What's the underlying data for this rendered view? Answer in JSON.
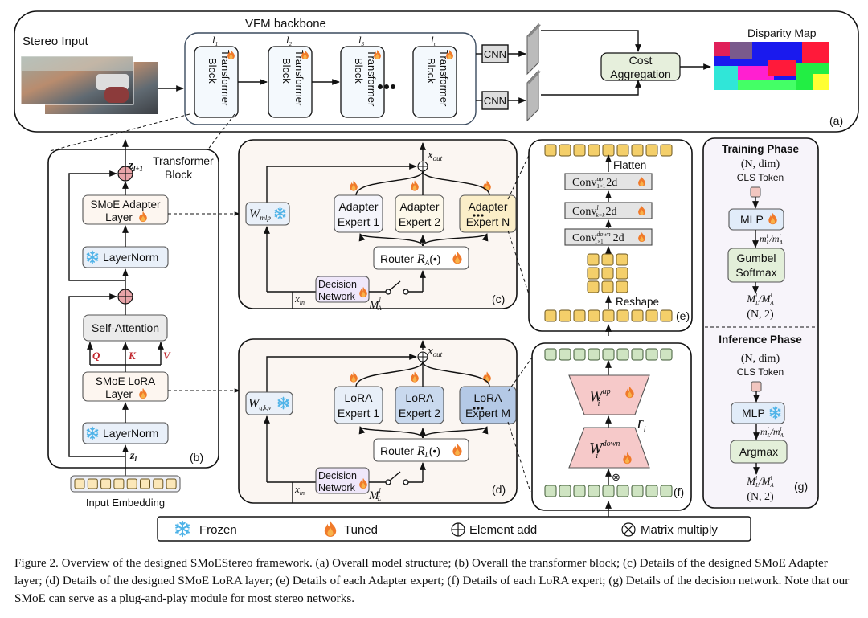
{
  "panel_a": {
    "label": "(a)",
    "stereo_input": "Stereo Input",
    "backbone_title": "VFM backbone",
    "blocks": [
      {
        "layer": "l1",
        "line1": "Transformer",
        "line2": "Block"
      },
      {
        "layer": "l2",
        "line1": "Transformer",
        "line2": "Block"
      },
      {
        "layer": "l3",
        "line1": "Transformer",
        "line2": "Block"
      },
      {
        "layer": "ln",
        "line1": "Transformer",
        "line2": "Block"
      }
    ],
    "ellipsis": "•••",
    "cnn": "CNN",
    "cost_line1": "Cost",
    "cost_line2": "Aggregation",
    "disparity_map": "Disparity Map"
  },
  "panel_b": {
    "label": "(b)",
    "title_line1": "Transformer",
    "title_line2": "Block",
    "z_out": "z",
    "z_out_sub": "l+1",
    "z_in": "z",
    "z_in_sub": "l",
    "smoe_adapter_line1": "SMoE Adapter",
    "smoe_adapter_line2": "Layer",
    "layernorm": "LayerNorm",
    "self_attention": "Self-Attention",
    "q": "Q",
    "k": "K",
    "v": "V",
    "smoe_lora_line1": "SMoE LoRA",
    "smoe_lora_line2": "Layer",
    "input_embedding": "Input Embedding"
  },
  "panel_c": {
    "label": "(c)",
    "w": "W",
    "w_sub": "mlp",
    "x_out": "x",
    "x_out_sub": "out",
    "x_in": "x",
    "x_in_sub": "in",
    "experts": [
      {
        "line1": "Adapter",
        "line2": "Expert 1"
      },
      {
        "line1": "Adapter",
        "line2": "Expert 2"
      },
      {
        "line1": "Adapter",
        "line2": "Expert N"
      }
    ],
    "router": "Router",
    "router_fn": "R",
    "router_sub": "A",
    "router_arg": "(•)",
    "decision_line1": "Decision",
    "decision_line2": "Network",
    "mask": "M",
    "mask_sup": "l",
    "mask_sub": "A"
  },
  "panel_d": {
    "label": "(d)",
    "w": "W",
    "w_sub": "q,k,v",
    "x_out": "x",
    "x_out_sub": "out",
    "x_in": "x",
    "x_in_sub": "in",
    "experts": [
      {
        "line1": "LoRA",
        "line2": "Expert 1"
      },
      {
        "line1": "LoRA",
        "line2": "Expert 2"
      },
      {
        "line1": "LoRA",
        "line2": "Expert M"
      }
    ],
    "router": "Router",
    "router_fn": "R",
    "router_sub": "L",
    "router_arg": "(•)",
    "decision_line1": "Decision",
    "decision_line2": "Network",
    "mask": "M",
    "mask_sup": "l",
    "mask_sub": "L"
  },
  "panel_e": {
    "label": "(e)",
    "flatten": "Flatten",
    "reshape": "Reshape",
    "conv_up": "Conv",
    "conv_up_sup": "up",
    "conv_up_sub": "1×1",
    "conv_up_tail": "2d",
    "conv_mid": "Conv",
    "conv_mid_sup": "l",
    "conv_mid_sub": "k×k",
    "conv_mid_tail": "2d",
    "conv_down": "Conv",
    "conv_down_sup": "down",
    "conv_down_sub": "1×1",
    "conv_down_tail": "2d"
  },
  "panel_f": {
    "label": "(f)",
    "w_up": "W",
    "w_up_sup": "up",
    "w_up_sub": "i",
    "w_down": "W",
    "w_down_sup": "down",
    "w_down_sub": "i",
    "rank": "r",
    "rank_sub": "i",
    "otimes": "⊗"
  },
  "panel_g": {
    "label": "(g)",
    "training_title": "Training Phase",
    "inference_title": "Inference Phase",
    "shape_in": "(N, dim)",
    "cls_token": "CLS Token",
    "mlp": "MLP",
    "logits": "m",
    "logits_text": "m_L^l / m_A^l",
    "gumbel_line1": "Gumbel",
    "gumbel_line2": "Softmax",
    "argmax": "Argmax",
    "mask_text": "M_L^l / M_A^l",
    "shape_out": "(N, 2)"
  },
  "legend": {
    "frozen": "Frozen",
    "tuned": "Tuned",
    "element_add": "Element add",
    "matrix_multiply": "Matrix multiply"
  },
  "caption": "Figure 2. Overview of the designed SMoEStereo framework. (a) Overall model structure; (b) Overall the transformer block; (c) Details of the designed SMoE Adapter layer; (d) Details of the designed SMoE LoRA layer; (e) Details of each Adapter expert; (f) Details of each LoRA expert; (g) Details of the decision network. Note that our SMoE can serve as a plug-and-play module for most stereo networks.",
  "colors": {
    "tuned_flame": "#f07a2a",
    "frozen_snowflake": "#4fb3e8",
    "adder_fill": "#e8a4a8",
    "token_yellow": "#f4cf6a",
    "token_green": "#cfe4c2",
    "lora_blue": "#bcd0ea",
    "adapter_yellow": "#fbeec8",
    "trapezoid_pink": "#f6c9c9",
    "panel_bg": "#fbf6f2",
    "decision_bg": "#efe7fa",
    "phase_bg": "#f7f4fa"
  }
}
